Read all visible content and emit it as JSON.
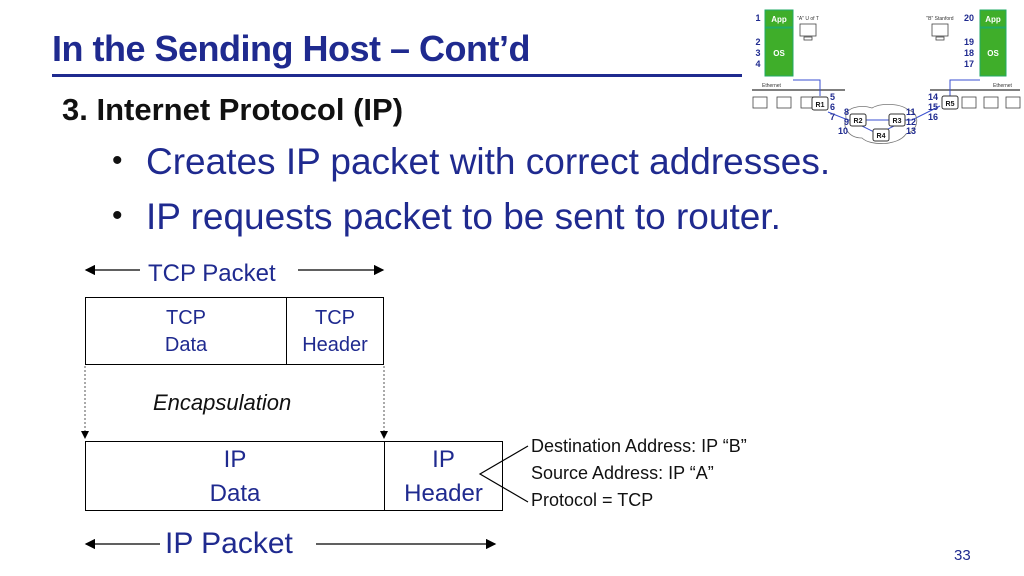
{
  "slide": {
    "title": "In the Sending Host – Cont’d",
    "subtitle": "3. Internet Protocol (IP)",
    "bullets": [
      "Creates IP packet with correct addresses.",
      "IP requests packet to be sent to router."
    ],
    "page_number": "33"
  },
  "diagram": {
    "tcp_packet_label": "TCP Packet",
    "tcp_data": [
      "TCP",
      "Data"
    ],
    "tcp_header": [
      "TCP",
      "Header"
    ],
    "encapsulation_label": "Encapsulation",
    "ip_data": [
      "IP",
      "Data"
    ],
    "ip_header": [
      "IP",
      "Header"
    ],
    "ip_packet_label": "IP Packet",
    "header_fields": [
      "Destination Address: IP “B”",
      "Source Address: IP “A”",
      "Protocol = TCP"
    ]
  },
  "network_figure": {
    "host_a_label": "\"A\" U of T",
    "host_b_label": "\"B\" Stanford",
    "app_label": "App",
    "os_label": "OS",
    "ethernet_label": "Ethernet",
    "routers": [
      "R1",
      "R2",
      "R3",
      "R4",
      "R5"
    ],
    "left_steps_top": "1",
    "left_steps_os": [
      "2",
      "3",
      "4"
    ],
    "right_steps_top": "20",
    "right_steps_os": [
      "19",
      "18",
      "17"
    ],
    "r1_steps": [
      "5",
      "6",
      "7"
    ],
    "r2_steps": [
      "8",
      "9"
    ],
    "r4_step": "10",
    "r3_steps": [
      "11",
      "12",
      "13"
    ],
    "r5_steps": [
      "14",
      "15",
      "16"
    ]
  },
  "colors": {
    "title_blue": "#1f2a8f",
    "app_green": "#3fae2a",
    "os_green": "#3fae2a"
  }
}
